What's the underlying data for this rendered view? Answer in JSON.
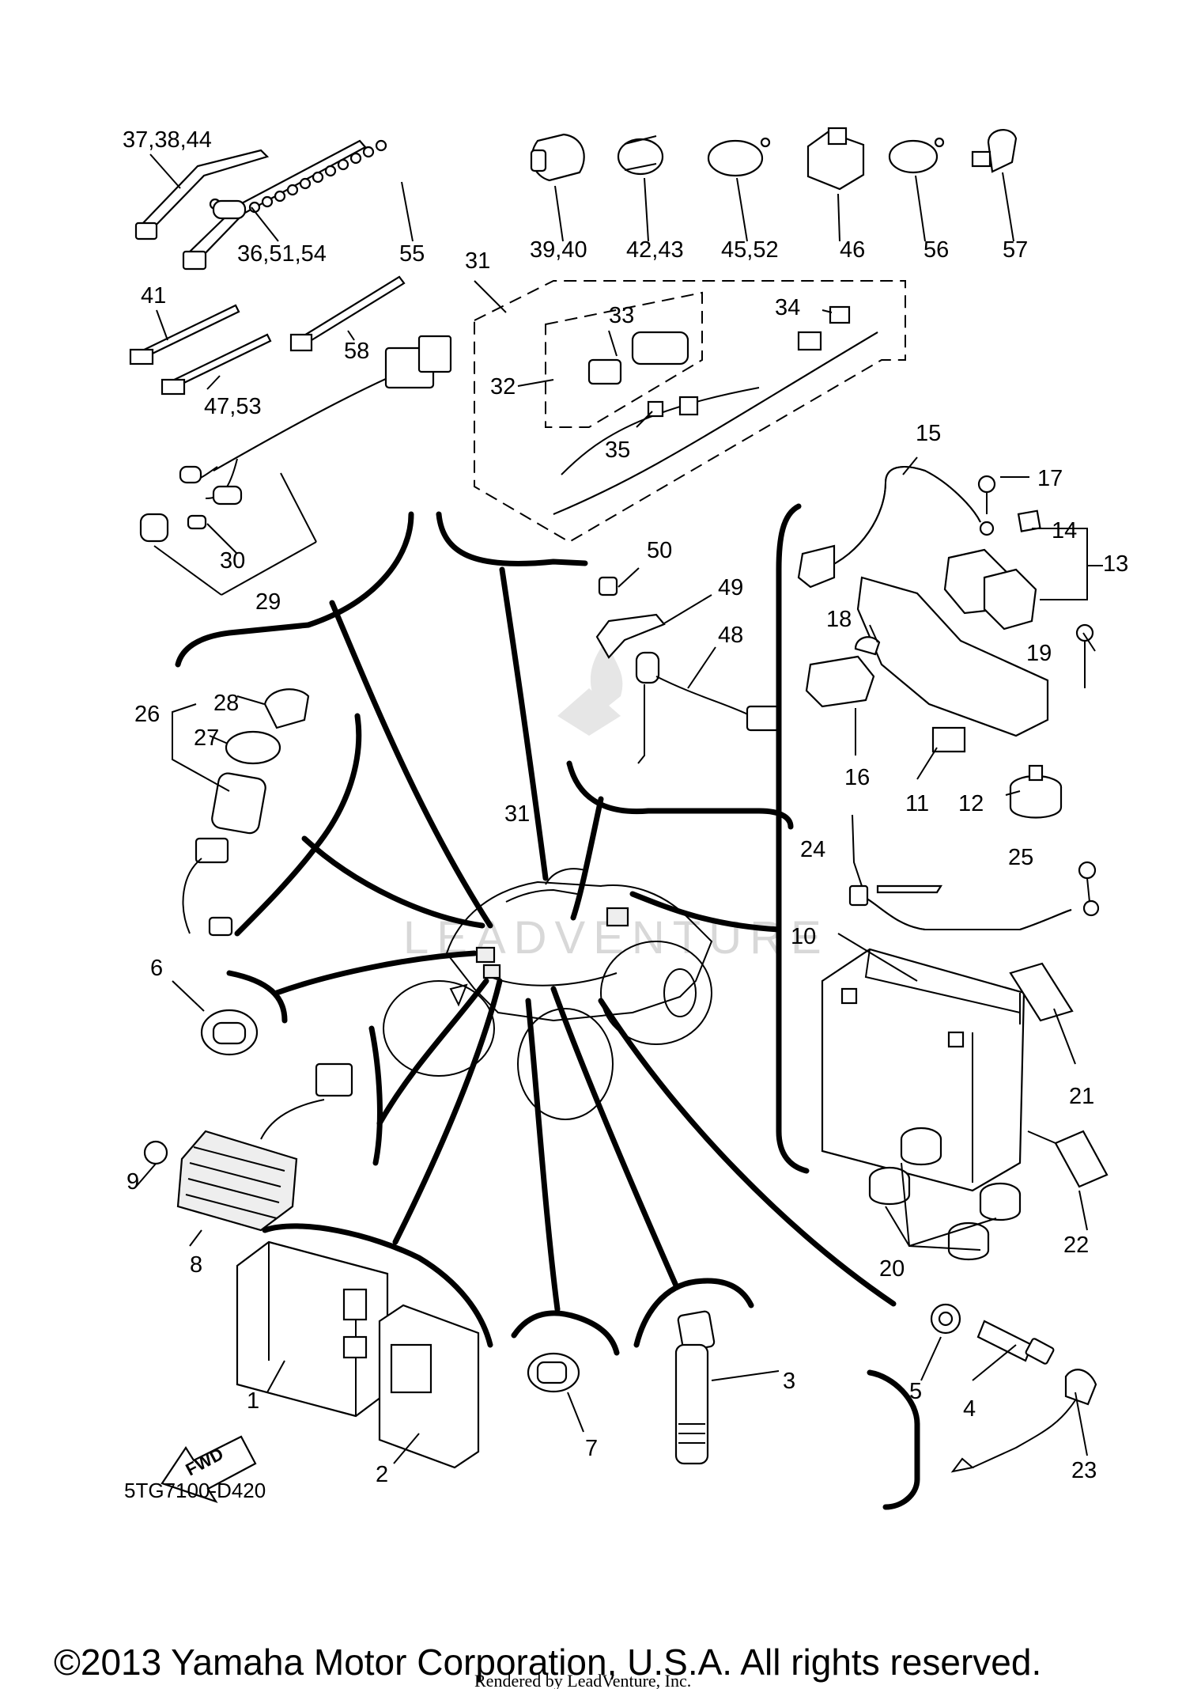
{
  "diagram": {
    "part_code": "5TG7100-D420",
    "copyright": "©2013 Yamaha Motor Corporation, U.S.A. All rights reserved.",
    "rendered_by": "Rendered by LeadVenture, Inc.",
    "watermark": "LEADVENTURE",
    "fwd_label": "FWD",
    "callouts": {
      "c37_38_44": "37,38,44",
      "c36_51_54": "36,51,54",
      "c55": "55",
      "c39_40": "39,40",
      "c42_43": "42,43",
      "c45_52": "45,52",
      "c46": "46",
      "c56": "56",
      "c57": "57",
      "c41": "41",
      "c58": "58",
      "c47_53": "47,53",
      "c31_top": "31",
      "c33": "33",
      "c34": "34",
      "c32": "32",
      "c35": "35",
      "c30": "30",
      "c29": "29",
      "c50": "50",
      "c49": "49",
      "c48": "48",
      "c15": "15",
      "c17": "17",
      "c14": "14",
      "c13": "13",
      "c18": "18",
      "c19": "19",
      "c16": "16",
      "c11": "11",
      "c12": "12",
      "c26": "26",
      "c28": "28",
      "c27": "27",
      "c31_mid": "31",
      "c24": "24",
      "c25": "25",
      "c10": "10",
      "c6": "6",
      "c21": "21",
      "c9": "9",
      "c8": "8",
      "c22": "22",
      "c20": "20",
      "c1": "1",
      "c2": "2",
      "c7": "7",
      "c3": "3",
      "c5": "5",
      "c4": "4",
      "c23": "23"
    }
  }
}
